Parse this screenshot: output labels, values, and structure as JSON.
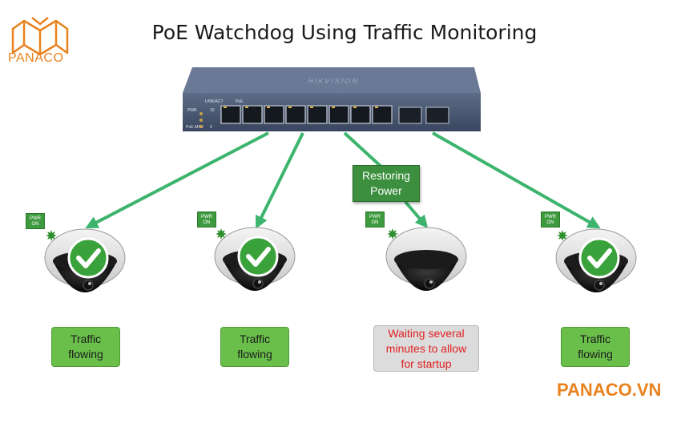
{
  "brand": {
    "logo_text": "PANACO",
    "footer": "PANACO.VN"
  },
  "title": "PoE Watchdog Using Traffic Monitoring",
  "switch": {
    "brand": "HIKVISION",
    "port_labels": {
      "link": "LINK/ACT",
      "poe": "PoE",
      "pwr": "PWR",
      "poe_max": "PoE-MAX",
      "num10": "10",
      "num9": "9"
    }
  },
  "restore_label": {
    "line1": "Restoring",
    "line2": "Power"
  },
  "cameras": [
    {
      "pwr_line1": "PWR",
      "pwr_line2": "ON",
      "status": "ok",
      "label_line1": "Traffic",
      "label_line2": "flowing",
      "label_line3": ""
    },
    {
      "pwr_line1": "PWR",
      "pwr_line2": "ON",
      "status": "ok",
      "label_line1": "Traffic",
      "label_line2": "flowing",
      "label_line3": ""
    },
    {
      "pwr_line1": "PWR",
      "pwr_line2": "ON",
      "status": "waiting",
      "label_line1": "Waiting several",
      "label_line2": "minutes to allow",
      "label_line3": "for startup"
    },
    {
      "pwr_line1": "PWR",
      "pwr_line2": "ON",
      "status": "ok",
      "label_line1": "Traffic",
      "label_line2": "flowing",
      "label_line3": ""
    }
  ],
  "colors": {
    "arrow": "#3db46d",
    "accent": "#e8821e",
    "check": "#3aa23a",
    "switch_body": "#4b5a74"
  },
  "icons": [
    "logo-book-icon",
    "check-icon",
    "star-burst-icon",
    "arrow-icon"
  ]
}
